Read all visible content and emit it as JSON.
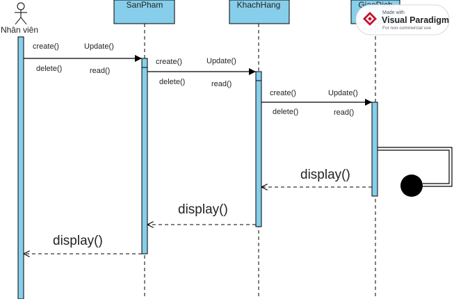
{
  "actor": {
    "name": "Nhân viên"
  },
  "lifelines": [
    {
      "name": "SanPham"
    },
    {
      "name": "KhachHang"
    },
    {
      "name": "GiaoDich"
    }
  ],
  "messages": {
    "actor_to_sanpham": {
      "create": "create()",
      "update": "Update()",
      "delete": "delete()",
      "read": "read()"
    },
    "sanpham_to_khachhang": {
      "create": "create()",
      "update": "Update()",
      "delete": "delete()",
      "read": "read()"
    },
    "khachhang_to_giaodich": {
      "create": "create()",
      "update": "Update()",
      "delete": "delete()",
      "read": "read()"
    }
  },
  "returns": {
    "giaodich_to_khachhang": "display()",
    "khachhang_to_sanpham": "display()",
    "sanpham_to_actor": "display()"
  },
  "watermark": {
    "made_with": "Made with",
    "product": "Visual Paradigm",
    "note": "For non-commercial use"
  },
  "colors": {
    "lifeline_fill": "#87CEEB",
    "activation_fill": "#87CEEB",
    "line": "#000000",
    "vp_red": "#C8102E"
  }
}
